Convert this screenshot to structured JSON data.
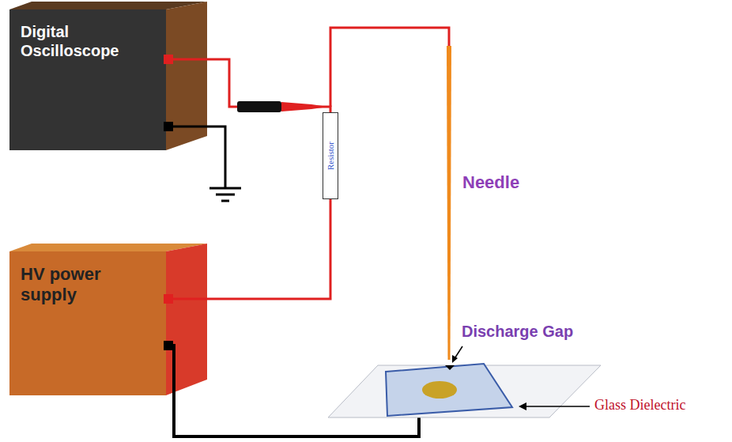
{
  "diagram": {
    "nodes": [
      {
        "text": [
          "Digital Oscilloscope"
        ]
      },
      {
        "text": [
          "Resistor"
        ]
      },
      {
        "text": [
          "HV power supply"
        ]
      }
    ],
    "edges": [
      {
        "from": 0,
        "to": 1,
        "arrow": "none"
      },
      {
        "from": 2,
        "to": 1,
        "arrow": "none"
      }
    ],
    "labels": [
      "Needle",
      "Discharge Gap",
      "Glass Dielectric"
    ]
  }
}
